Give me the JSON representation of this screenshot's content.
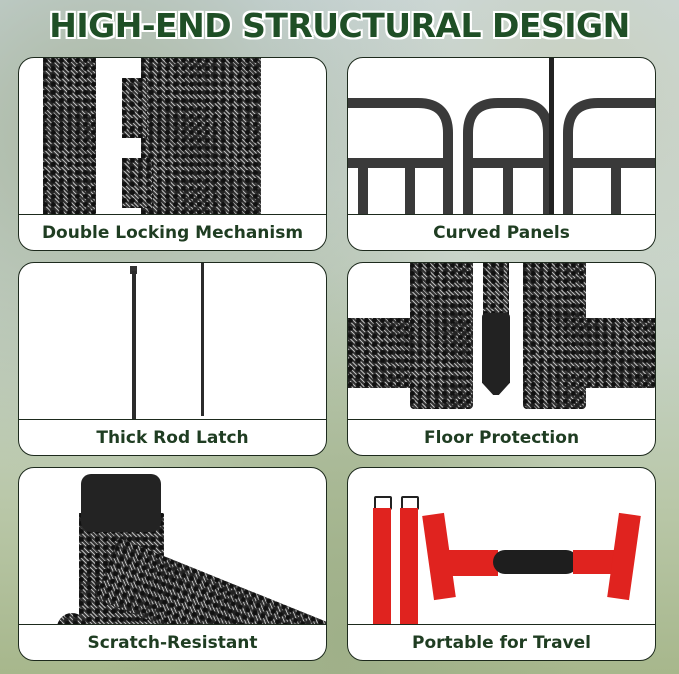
{
  "title": "HIGH-END STRUCTURAL DESIGN",
  "colors": {
    "title": "#1f4f26",
    "caption": "#1f3d22",
    "border": "#1d2a1d",
    "strap": "#e0231f"
  },
  "panels": [
    {
      "caption": "Double Locking Mechanism",
      "image": "locking-mechanism-closeup"
    },
    {
      "caption": "Curved Panels",
      "image": "curved-panels-closeup"
    },
    {
      "caption": "Thick Rod Latch",
      "image": "rod-latch"
    },
    {
      "caption": "Floor Protection",
      "image": "floor-protection-cap"
    },
    {
      "caption": "Scratch-Resistant",
      "image": "scratch-resistant-corner"
    },
    {
      "caption": "Portable for Travel",
      "image": "carry-straps"
    }
  ]
}
